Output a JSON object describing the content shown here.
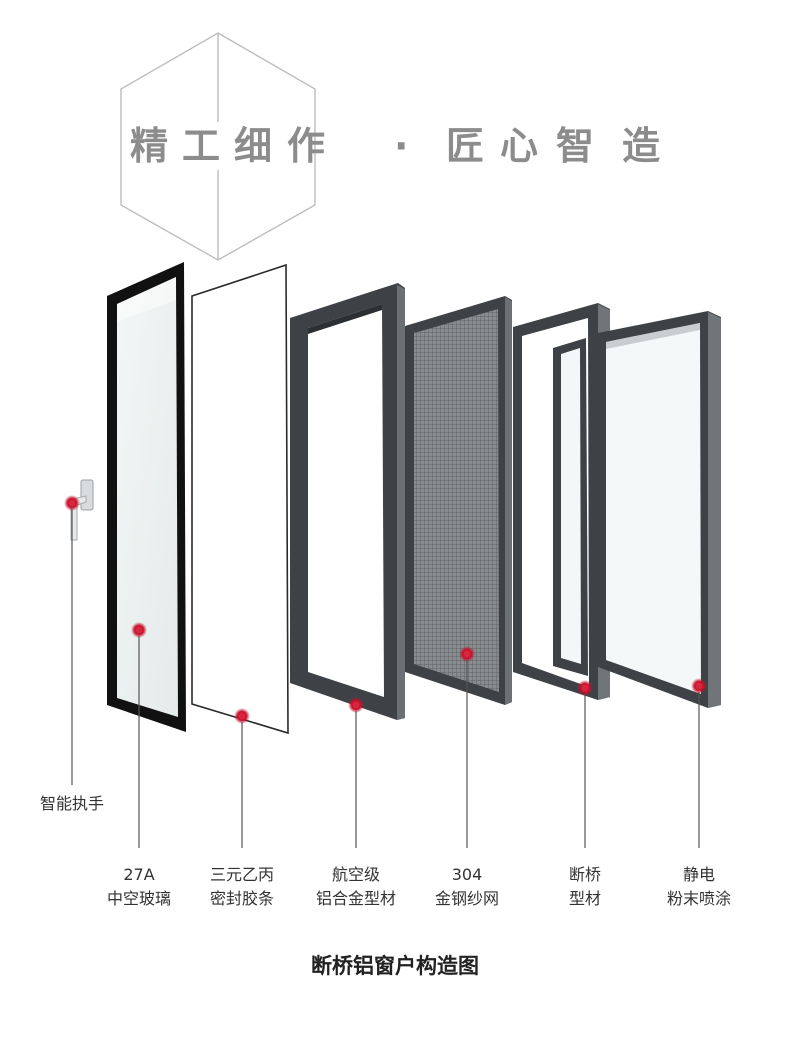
{
  "headline": {
    "chars": [
      "精",
      "工",
      "细",
      "作",
      "·",
      "匠",
      "心",
      "智",
      "造"
    ]
  },
  "components": [
    {
      "id": "handle",
      "lines": [
        "智能执手"
      ]
    },
    {
      "id": "glass",
      "lines": [
        "27A",
        "中空玻璃"
      ]
    },
    {
      "id": "seal",
      "lines": [
        "三元乙丙",
        "密封胶条"
      ]
    },
    {
      "id": "profile",
      "lines": [
        "航空级",
        "铝合金型材"
      ]
    },
    {
      "id": "screen",
      "lines": [
        "304",
        "金钢纱网"
      ]
    },
    {
      "id": "thermal",
      "lines": [
        "断桥",
        "型材"
      ]
    },
    {
      "id": "coating",
      "lines": [
        "静电",
        "粉末喷涂"
      ]
    }
  ],
  "caption": "断桥铝窗户构造图",
  "colors": {
    "frame": "#3f4347",
    "frame_light": "#6a6e73",
    "glass": "#eef2f2",
    "marker": "#d7263d",
    "headline": "#8c8c8c",
    "line": "#555555"
  }
}
